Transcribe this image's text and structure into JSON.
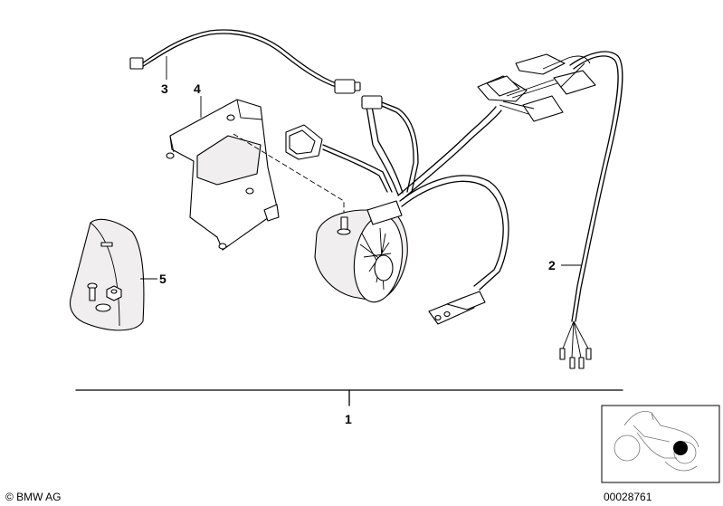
{
  "callouts": {
    "main_assembly": "1",
    "wiring_harness": "2",
    "connecting_cable": "3",
    "bracket": "4",
    "mounting_kit": "5"
  },
  "footer": {
    "copyright": "© BMW AG",
    "diagram_number": "00028761"
  },
  "colors": {
    "line": "#000000",
    "highlight_dot": "#000000",
    "shading": "#f0eeee"
  },
  "icons": [
    "motorcycle-locator-icon",
    "highlight-dot-icon"
  ]
}
